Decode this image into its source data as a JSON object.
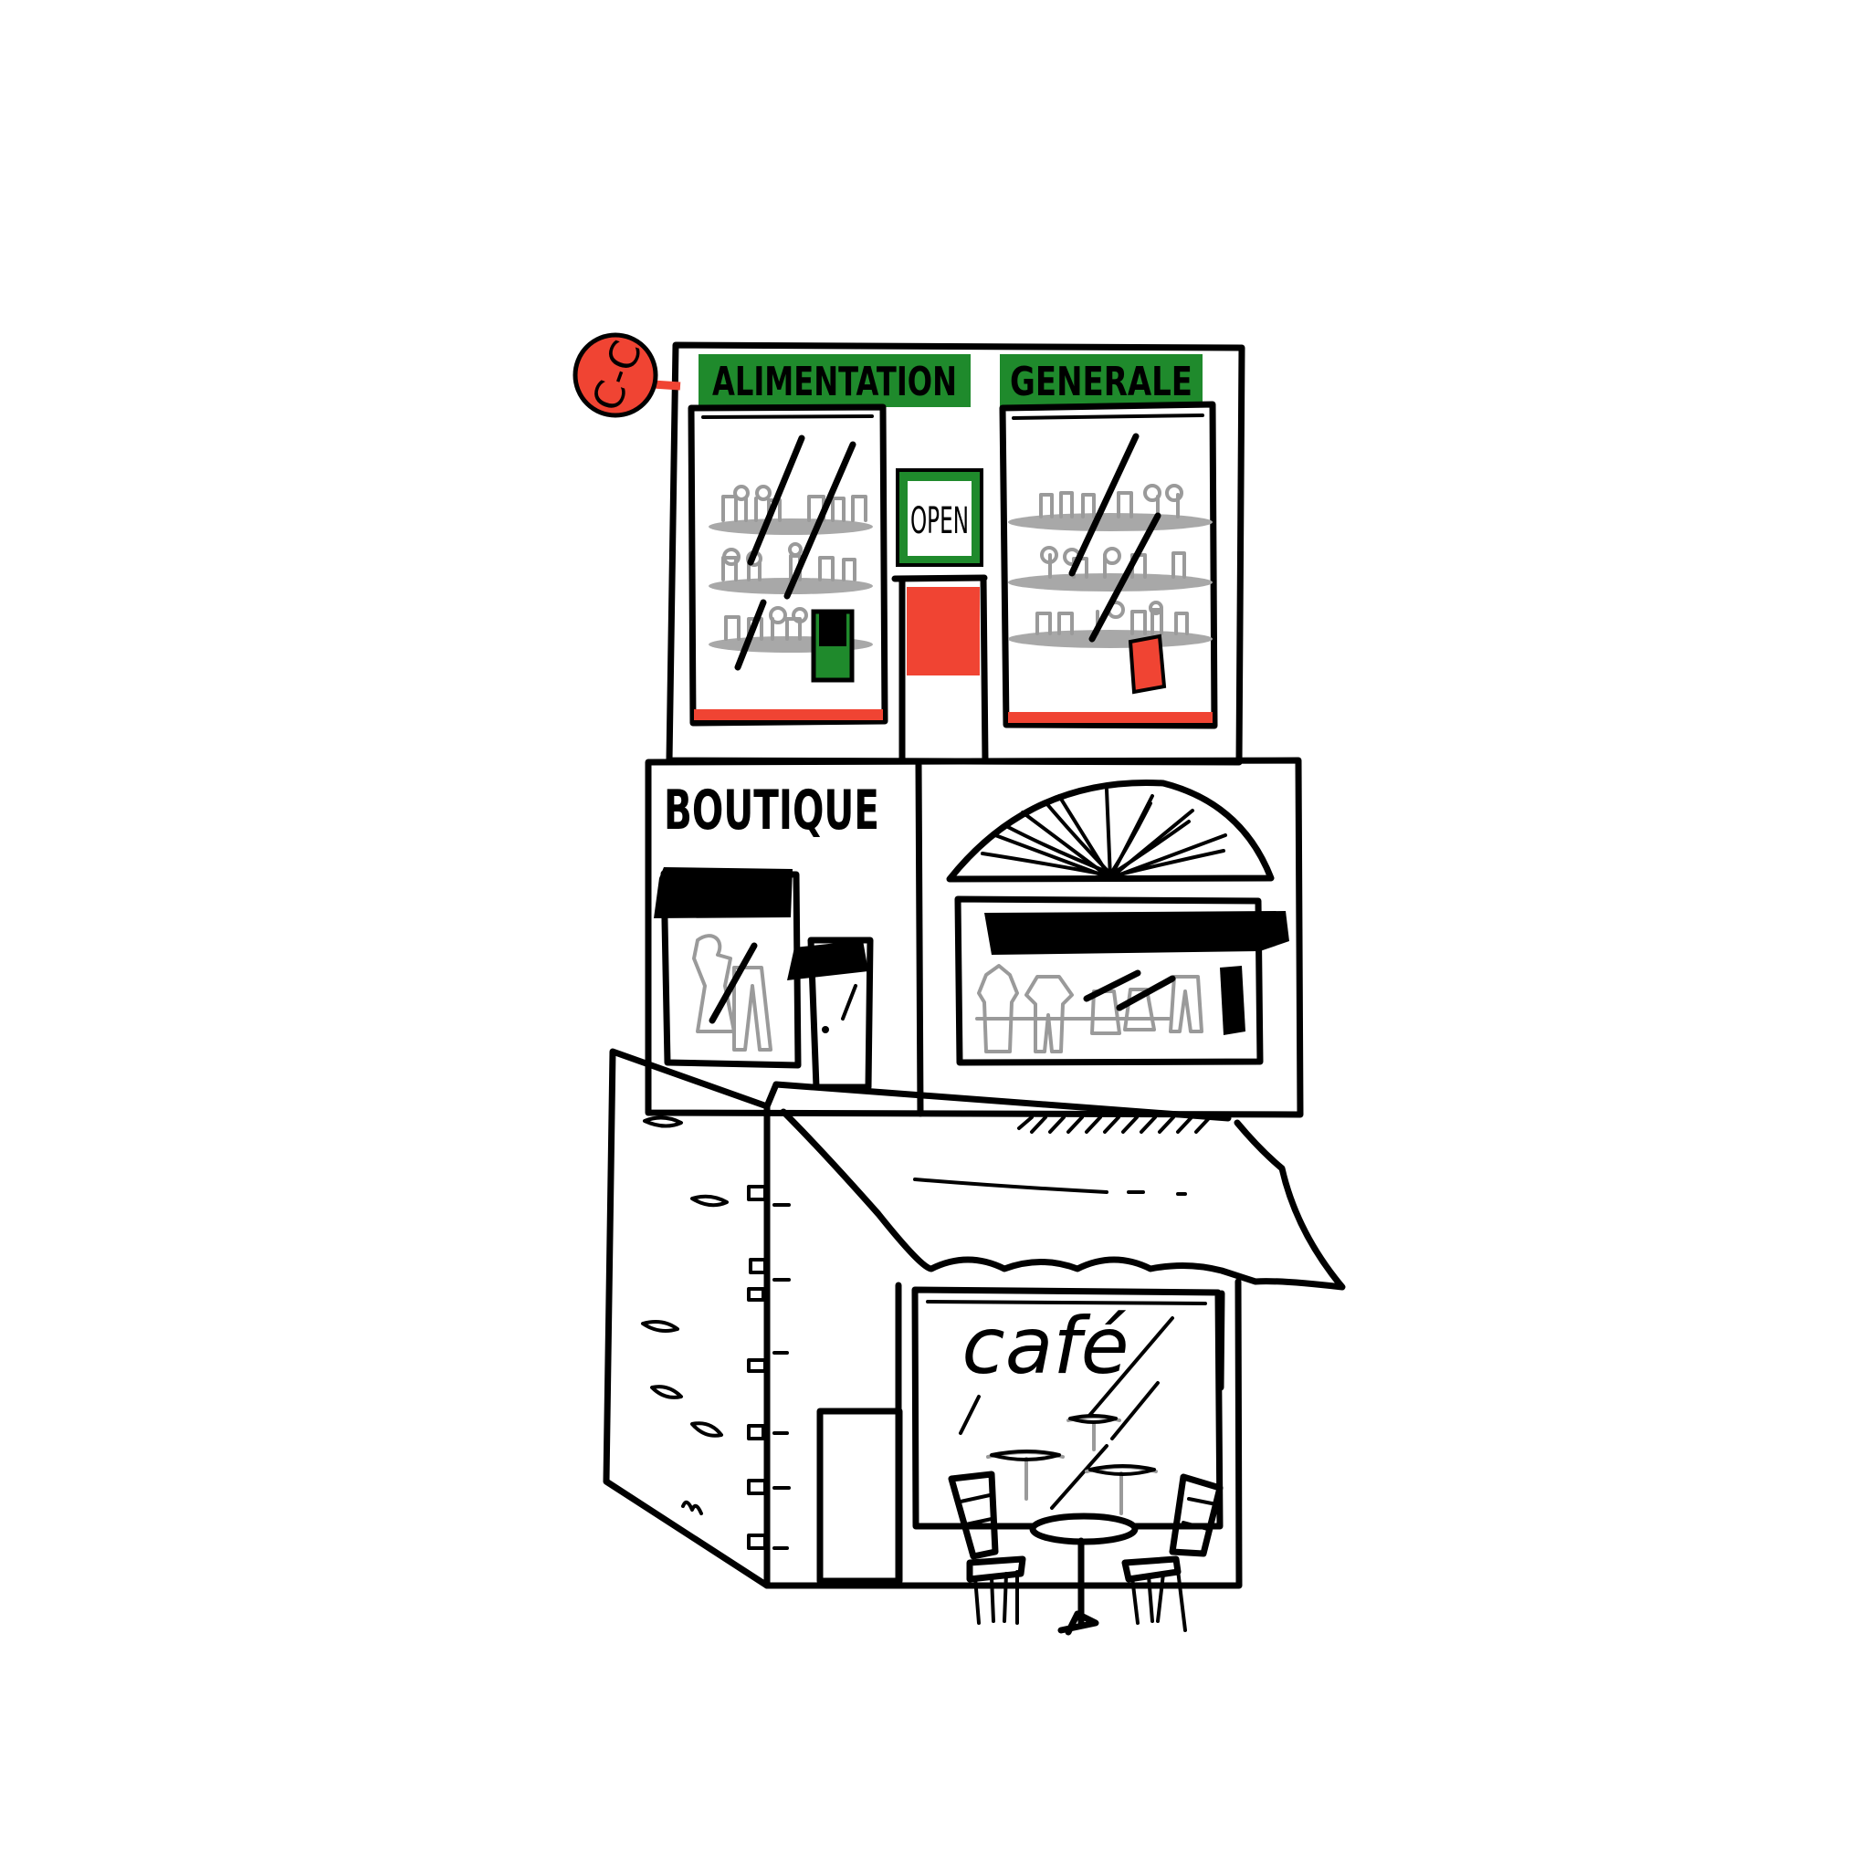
{
  "logo": {
    "text": "C-C"
  },
  "top_shop": {
    "sign_word_1": "ALIMENTATION",
    "sign_word_2": "GENERALE",
    "door_sign": "OPEN"
  },
  "middle_shop": {
    "sign": "BOUTIQUE"
  },
  "bottom_shop": {
    "window_text": "café"
  },
  "colors": {
    "ink": "#000000",
    "accent_red": "#f04433",
    "accent_green": "#1f8a2c",
    "shelf_gray": "#a8a8a8",
    "background": "#ffffff"
  }
}
